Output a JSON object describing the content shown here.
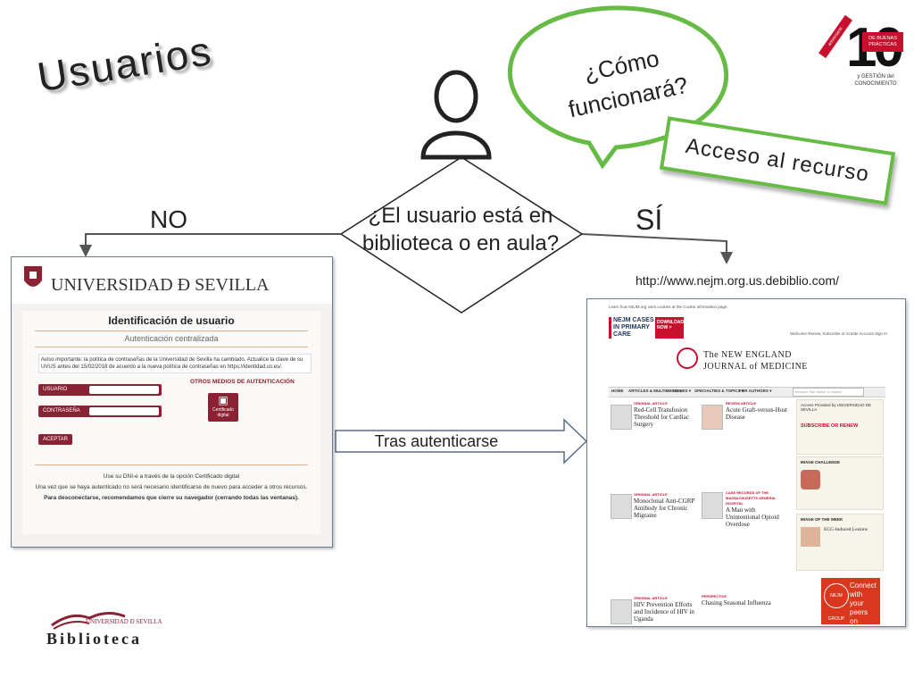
{
  "slide": {
    "title": "Usuarios",
    "bubble_question": "¿Cómo funcionará?",
    "access_box": "Acceso al recurso",
    "decision_question": "¿El usuario está en biblioteca o en aula?",
    "no_label": "NO",
    "si_label": "SÍ",
    "resource_url": "http://www.nejm.org.us.debiblio.com/",
    "after_auth_label": "Tras autenticarse",
    "library_logo_name": "Biblioteca",
    "library_logo_university": "UNIVERSIDAD Ð SEVILLA",
    "corner_logo": {
      "ribbon": "aniversario",
      "number": "10",
      "box_text": "DE BUENAS PRÁCTICAS",
      "subtitle": "y GESTIÓN del CONOCIMIENTO"
    }
  },
  "login_screenshot": {
    "university": "UNIVERSIDAD Ð SEVILLA",
    "heading": "Identificación de usuario",
    "subheading": "Autenticación centralizada",
    "notice": "Aviso importante: la política de contraseñas de la Universidad de Sevilla ha cambiado. Actualice la clave de su UVUS antes del 15/02/2018 de acuerdo a la nueva política de contraseñas en https://identidad.us.es/.",
    "user_label": "USUARIO",
    "password_label": "CONTRASEÑA",
    "submit_label": "ACEPTAR",
    "other_methods": "OTROS MEDIOS DE AUTENTICACIÓN",
    "cert_label": "Certificado digital",
    "footer_1": "Use su DNI-e a través de la opción Certificado digital",
    "footer_2": "Una vez que se haya autenticado no será necesario identificarse de nuevo para acceder a otros recursos.",
    "footer_3": "Para desconectarse, recomendamos que cierre su navegador (cerrando todas las ventanas)."
  },
  "nejm_screenshot": {
    "top_notice": "Learn how NEJM.org uses cookies at the Cookie Information page.",
    "cases_label": "NEJM CASES IN PRIMARY CARE",
    "download_label": "DOWNLOAD NOW >",
    "welcome": "Welcome  Renew, Subscribe or Create Account  Sign In",
    "masthead_line1": "The NEW ENGLAND",
    "masthead_line2": "JOURNAL of MEDICINE",
    "nav": [
      "HOME",
      "ARTICLES & MULTIMEDIA ▾",
      "ISSUES ▾",
      "SPECIALTIES & TOPICS ▾",
      "FOR AUTHORS ▾"
    ],
    "search_placeholder": "Keyword, Title, Author, or Citation",
    "articles_left": [
      {
        "tag": "ORIGINAL ARTICLE",
        "title": "Red-Cell Transfusion Threshold for Cardiac Surgery"
      },
      {
        "tag": "ORIGINAL ARTICLE",
        "title": "Monoclonal Anti-CGRP Antibody for Chronic Migraine"
      },
      {
        "tag": "ORIGINAL ARTICLE",
        "title": "HIV Prevention Efforts and Incidence of HIV in Uganda"
      }
    ],
    "articles_mid": [
      {
        "tag": "REVIEW ARTICLE",
        "title": "Acute Graft-versus-Host Disease"
      },
      {
        "tag": "CASE RECORDS OF THE MASSACHUSETTS GENERAL HOSPITAL",
        "title": "A Man with Unintentional Opioid Overdose"
      },
      {
        "tag": "PERSPECTIVE",
        "title": "Chasing Seasonal Influenza"
      }
    ],
    "side_access": "Access Provided by UNIVERSIDAD DE SEVILLA",
    "side_subscribe": "SUBSCRIBE OR RENEW",
    "side_image_challenge": "IMAGE CHALLENGE",
    "side_image_week": "IMAGE OF THE WEEK",
    "side_week_title": "ECG-Induced Lesions",
    "ad_text": "Connect with your peers on issues in medicine.",
    "ad_logo": "NEJM GROUP"
  }
}
